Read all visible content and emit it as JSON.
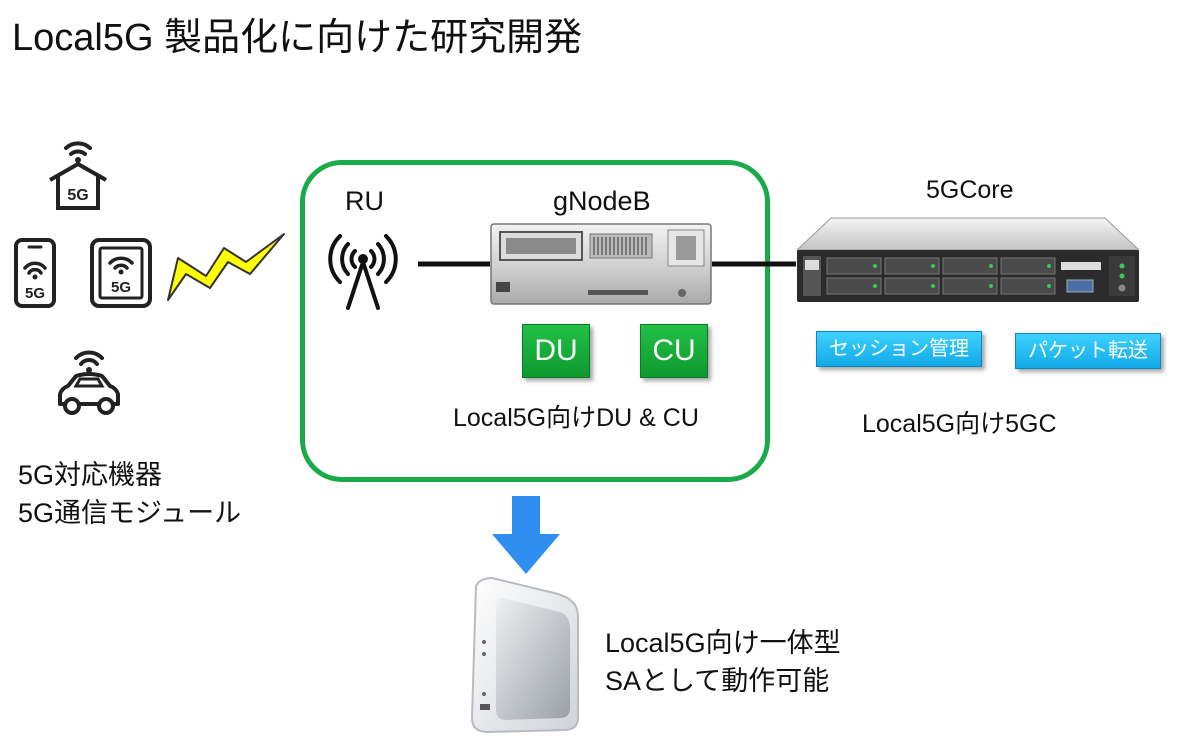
{
  "title": "Local5G 製品化に向けた研究開発",
  "devices": {
    "line1": "5G対応機器",
    "line2": "5G通信モジュール",
    "badge_text": "5G"
  },
  "ru": {
    "label": "RU"
  },
  "gnodeb": {
    "label": "gNodeB",
    "du_label": "DU",
    "cu_label": "CU",
    "caption": "Local5G向けDU & CU"
  },
  "core": {
    "label": "5GCore",
    "session_label": "セッション管理",
    "packet_label": "パケット転送",
    "caption": "Local5G向け5GC"
  },
  "result": {
    "line1": "Local5G向け一体型",
    "line2": "SAとして動作可能"
  },
  "colors": {
    "frame": "#1aaa4a",
    "chip_green": "#13a634",
    "chip_blue": "#25bdf3",
    "arrow": "#2f8ff0",
    "lightning": "#ffff00"
  }
}
